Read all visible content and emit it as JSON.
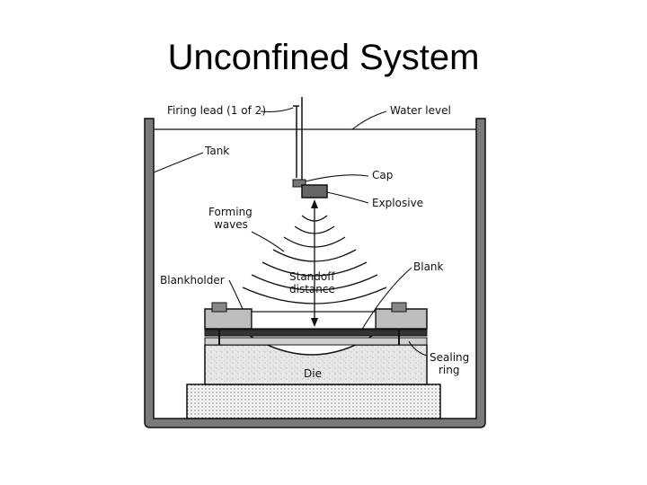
{
  "title": "Unconfined System",
  "labels": {
    "firing_lead": "Firing lead (1 of 2)",
    "water_level": "Water level",
    "tank": "Tank",
    "cap": "Cap",
    "explosive": "Explosive",
    "forming": "Forming",
    "waves": "waves",
    "blank": "Blank",
    "standoff": "Standoff",
    "distance": "distance",
    "blankholder": "Blankholder",
    "sealing": "Sealing",
    "ring": "ring",
    "die": "Die"
  },
  "colors": {
    "ink": "#111111",
    "background": "#ffffff"
  }
}
